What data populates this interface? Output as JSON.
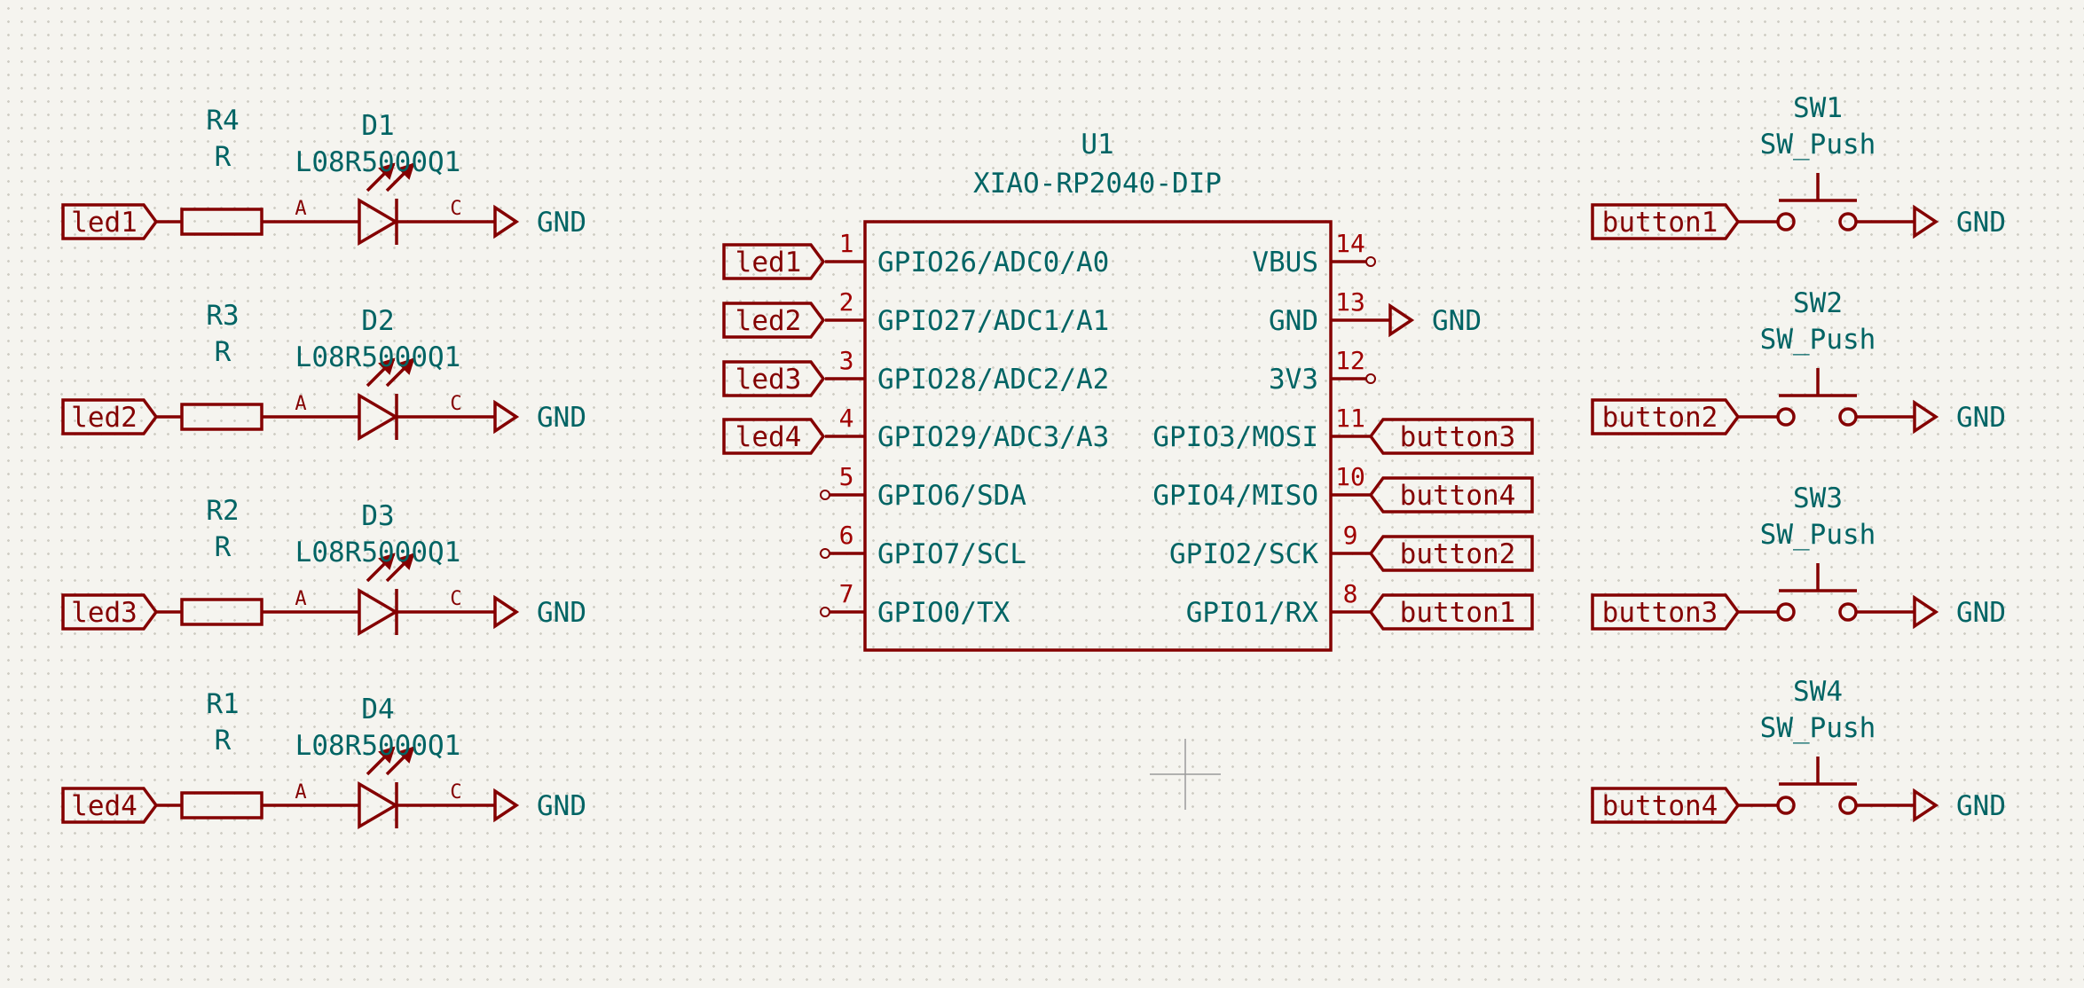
{
  "leds": [
    {
      "resistor_ref": "R4",
      "resistor_value": "R",
      "diode_ref": "D1",
      "diode_value": "L08R5000Q1",
      "net": "led1",
      "anode": "A",
      "cathode": "C",
      "power": "GND"
    },
    {
      "resistor_ref": "R3",
      "resistor_value": "R",
      "diode_ref": "D2",
      "diode_value": "L08R5000Q1",
      "net": "led2",
      "anode": "A",
      "cathode": "C",
      "power": "GND"
    },
    {
      "resistor_ref": "R2",
      "resistor_value": "R",
      "diode_ref": "D3",
      "diode_value": "L08R5000Q1",
      "net": "led3",
      "anode": "A",
      "cathode": "C",
      "power": "GND"
    },
    {
      "resistor_ref": "R1",
      "resistor_value": "R",
      "diode_ref": "D4",
      "diode_value": "L08R5000Q1",
      "net": "led4",
      "anode": "A",
      "cathode": "C",
      "power": "GND"
    }
  ],
  "mcu": {
    "ref": "U1",
    "value": "XIAO-RP2040-DIP",
    "left_pins": [
      {
        "num": "1",
        "name": "GPIO26/ADC0/A0",
        "net": "led1"
      },
      {
        "num": "2",
        "name": "GPIO27/ADC1/A1",
        "net": "led2"
      },
      {
        "num": "3",
        "name": "GPIO28/ADC2/A2",
        "net": "led3"
      },
      {
        "num": "4",
        "name": "GPIO29/ADC3/A3",
        "net": "led4"
      },
      {
        "num": "5",
        "name": "GPIO6/SDA",
        "net": ""
      },
      {
        "num": "6",
        "name": "GPIO7/SCL",
        "net": ""
      },
      {
        "num": "7",
        "name": "GPIO0/TX",
        "net": ""
      }
    ],
    "right_pins": [
      {
        "num": "14",
        "name": "VBUS",
        "net": "",
        "power": ""
      },
      {
        "num": "13",
        "name": "GND",
        "net": "",
        "power": "GND"
      },
      {
        "num": "12",
        "name": "3V3",
        "net": "",
        "power": ""
      },
      {
        "num": "11",
        "name": "GPIO3/MOSI",
        "net": "button3",
        "power": ""
      },
      {
        "num": "10",
        "name": "GPIO4/MISO",
        "net": "button4",
        "power": ""
      },
      {
        "num": "9",
        "name": "GPIO2/SCK",
        "net": "button2",
        "power": ""
      },
      {
        "num": "8",
        "name": "GPIO1/RX",
        "net": "button1",
        "power": ""
      }
    ]
  },
  "switches": [
    {
      "ref": "SW1",
      "value": "SW_Push",
      "net": "button1",
      "power": "GND"
    },
    {
      "ref": "SW2",
      "value": "SW_Push",
      "net": "button2",
      "power": "GND"
    },
    {
      "ref": "SW3",
      "value": "SW_Push",
      "net": "button3",
      "power": "GND"
    },
    {
      "ref": "SW4",
      "value": "SW_Push",
      "net": "button4",
      "power": "GND"
    }
  ],
  "colors": {
    "wire": "#840000",
    "text": "#006464",
    "pin_number": "#a00000",
    "background": "#f5f4ef"
  }
}
